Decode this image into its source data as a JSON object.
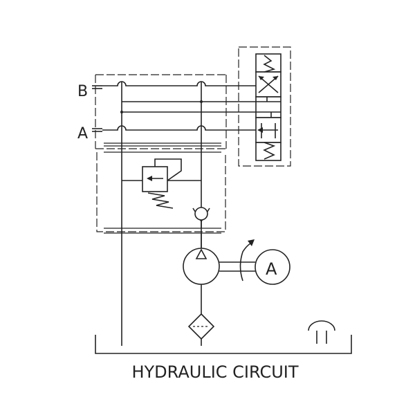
{
  "diagram": {
    "title": "HYDRAULIC  CIRCUIT",
    "port_b_label": "B",
    "port_a_label": "A",
    "motor_label": "A"
  }
}
